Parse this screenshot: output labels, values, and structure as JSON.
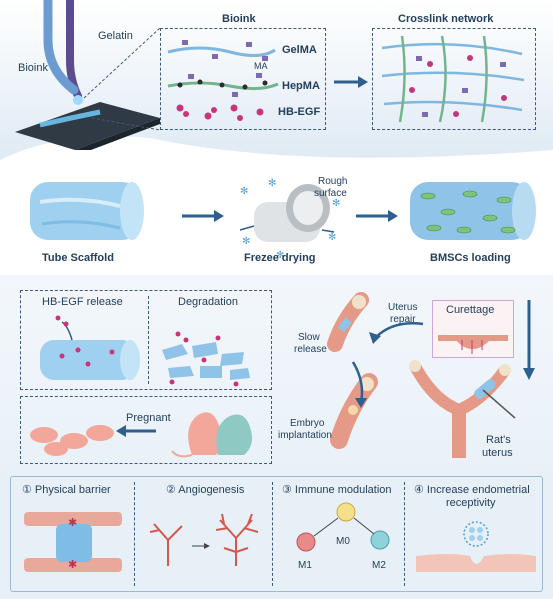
{
  "top": {
    "syringe_labels": {
      "gelatin": "Gelatin",
      "bioink": "Bioink"
    },
    "bioink_panel": {
      "title": "Bioink",
      "items": [
        "GelMA",
        "MA",
        "HepMA",
        "HB-EGF"
      ]
    },
    "crosslink_panel": {
      "title": "Crosslink network"
    }
  },
  "middle": {
    "steps": [
      {
        "label": "Tube Scaffold"
      },
      {
        "label": "Frezee drying",
        "callout": [
          "Rough",
          "surface"
        ]
      },
      {
        "label": "BMSCs loading"
      }
    ]
  },
  "lower": {
    "release_panel": {
      "left_title": "HB-EGF release",
      "right_title": "Degradation"
    },
    "pregnancy_panel": {
      "label": "Pregnant"
    },
    "flow_labels": {
      "uterus_repair": [
        "Uterus",
        "repair"
      ],
      "slow_release": [
        "Slow",
        "release"
      ],
      "embryo_implantation": [
        "Embryo",
        "implantation"
      ],
      "curettage": "Curettage",
      "rats_uterus": [
        "Rat's",
        "uterus"
      ]
    }
  },
  "bottom": {
    "mechanisms": [
      {
        "title": "① Physical barrier"
      },
      {
        "title": "② Angiogenesis"
      },
      {
        "title": "③ Immune modulation",
        "cells": [
          "M0",
          "M1",
          "M2"
        ]
      },
      {
        "title_lines": [
          "④ Increase endometrial",
          "receptivity"
        ]
      }
    ]
  },
  "colors": {
    "panel_border": "#3d5a78",
    "arrow": "#2f5f8f",
    "tissue": "#e59a87",
    "scaffold": "#8fc4e8",
    "top_band": "#e9f1f8",
    "bottom_band": "#e8f0f7"
  }
}
